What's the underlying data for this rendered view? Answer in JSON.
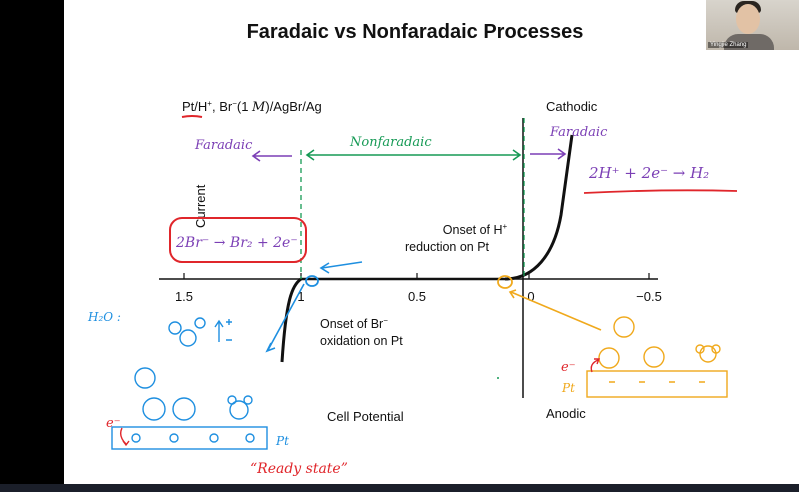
{
  "slide": {
    "title": "Faradaic vs Nonfaradaic Processes",
    "cell_label_main": "Pt/H",
    "cell_label_sup": "+",
    "cell_label_rest1": ", Br",
    "cell_label_sup2": "−",
    "cell_label_rest2": "(1 ",
    "cell_label_unit": "M",
    "cell_label_rest3": ")/AgBr/Ag",
    "axis": {
      "y_label": "Current",
      "x_label": "Cell Potential",
      "top_label": "Cathodic",
      "bottom_label": "Anodic",
      "ticks": [
        "1.5",
        "1",
        "0.5",
        "0",
        "−0.5"
      ]
    },
    "annotations": {
      "h_onset_line1": "Onset of H",
      "h_onset_sup": "+",
      "h_onset_line2": "reduction on Pt",
      "br_onset_line1": "Onset of Br",
      "br_onset_sup": "−",
      "br_onset_line2": "oxidation on Pt"
    },
    "ink": {
      "faradaic_left": "Faradaic",
      "nonfaradaic": "Nonfaradaic",
      "faradaic_right": "Faradaic",
      "right_reaction": "2H⁺ + 2e⁻ → H₂",
      "left_reaction": "2Br⁻ → Br₂ + 2e⁻",
      "h2o_label": "H₂O :",
      "pt_left": "Pt",
      "pt_right": "Pt",
      "e_left": "e⁻",
      "e_right": "e⁻",
      "ready_state": "“Ready state”"
    }
  },
  "webcam": {
    "participant_name": "Yingjie Zhang"
  },
  "colors": {
    "purple": "#7b3fb5",
    "green": "#169a55",
    "red": "#e0262b",
    "blue": "#1e8fe0",
    "orange": "#f0a91c"
  }
}
